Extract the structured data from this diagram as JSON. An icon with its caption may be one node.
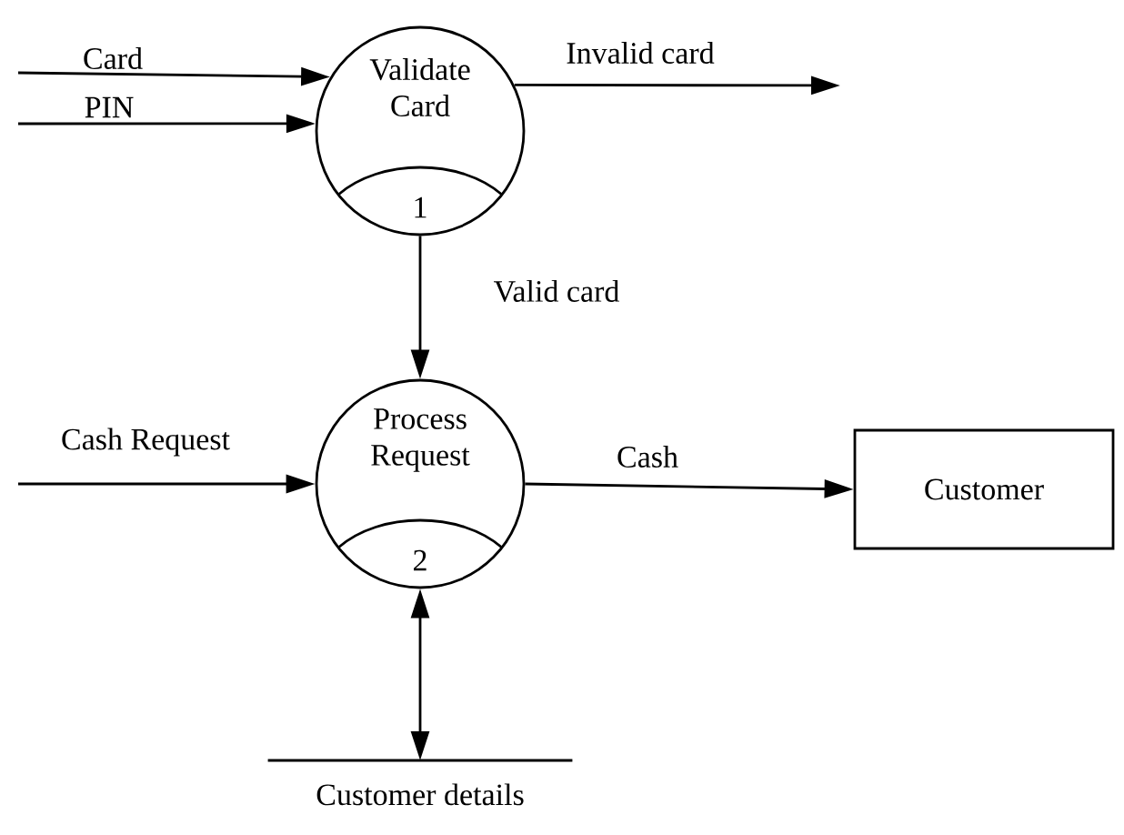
{
  "diagram": {
    "nodes": [
      {
        "text": [
          "Validate Card",
          "1"
        ]
      },
      {
        "text": [
          "Process Request",
          "2"
        ]
      },
      {
        "text": [
          "Customer"
        ]
      },
      {
        "text": [
          "Customer details"
        ]
      }
    ],
    "edges": [
      {
        "from": null,
        "to": 0,
        "arrow": "to",
        "label": "Card"
      },
      {
        "from": null,
        "to": 0,
        "arrow": "to",
        "label": "PIN"
      },
      {
        "from": 0,
        "to": null,
        "arrow": "to",
        "label": "Invalid card"
      },
      {
        "from": 0,
        "to": 1,
        "arrow": "to",
        "label": "Valid card"
      },
      {
        "from": null,
        "to": 1,
        "arrow": "to",
        "label": "Cash Request"
      },
      {
        "from": 1,
        "to": 2,
        "arrow": "to",
        "label": "Cash"
      },
      {
        "from": 1,
        "to": 3,
        "arrow": "both"
      }
    ]
  }
}
